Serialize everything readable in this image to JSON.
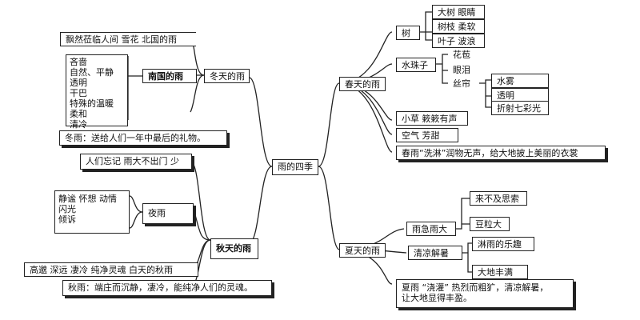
{
  "root": "雨的四季",
  "winter": {
    "label": "冬天的雨",
    "line1": "飘然莅临人间  雪花  北国的雨",
    "south": {
      "label": "南国的雨",
      "traits": [
        "吝啬",
        "自然、平静",
        "透明",
        "干巴",
        "特殊的温暖",
        "柔和",
        "清冷"
      ]
    },
    "summary": "冬雨：送给人们一年中最后的礼物。"
  },
  "autumn": {
    "label": "秋天的雨",
    "line1": "人们忘记  雨大不出门  少",
    "night": {
      "label": "夜雨",
      "traits": [
        "静谧  怀想  动情",
        "闪光",
        "倾诉"
      ]
    },
    "line2": "高邈  深远  凄冷  纯净灵魂  白天的秋雨",
    "summary": "秋雨：端庄而沉静，凄冷，能纯净人们的灵魂。"
  },
  "spring": {
    "label": "春天的雨",
    "tree": {
      "label": "树",
      "items": [
        "大树  眼睛",
        "树枝  柔软",
        "叶子  波浪"
      ]
    },
    "drops": {
      "label": "水珠子",
      "items": [
        "花苞",
        "眼泪"
      ],
      "silk": {
        "label": "丝帘",
        "items": [
          "水雾",
          "透明",
          "折射七彩光"
        ]
      }
    },
    "grass": "小草  簌簌有声",
    "air": "空气  芳甜",
    "summary": "春雨“洗淋”润物无声，给大地披上美丽的衣裳"
  },
  "summer": {
    "label": "夏天的雨",
    "heavy": {
      "label": "雨急雨大",
      "items": [
        "来不及思索",
        "豆粒大"
      ]
    },
    "cool": {
      "label": "清凉解暑",
      "items": [
        "淋雨的乐趣",
        "大地丰满"
      ]
    },
    "summary_lines": [
      "夏雨  “浇灌”  热烈而粗犷，清凉解暑，",
      "让大地显得丰盈。"
    ]
  }
}
